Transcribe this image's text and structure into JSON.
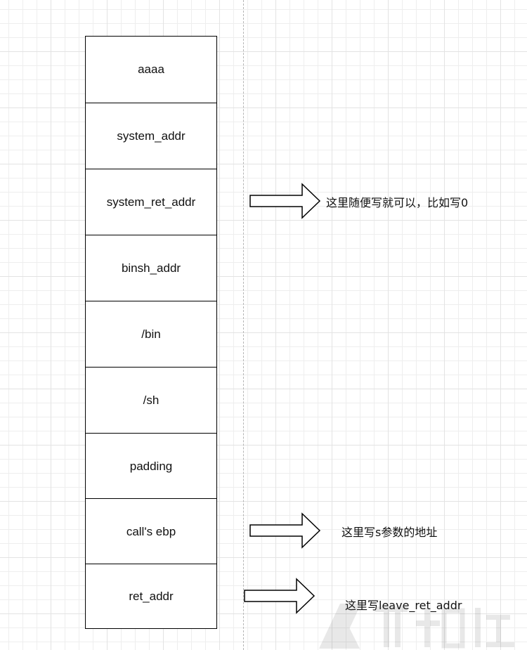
{
  "stack": {
    "cells": [
      {
        "label": "aaaa"
      },
      {
        "label": "system_addr"
      },
      {
        "label": "system_ret_addr"
      },
      {
        "label": "binsh_addr"
      },
      {
        "label": "/bin"
      },
      {
        "label": "/sh"
      },
      {
        "label": "padding"
      },
      {
        "label": "call's ebp"
      },
      {
        "label": "ret_addr"
      }
    ]
  },
  "annotations": {
    "system_ret_addr_note": "这里随便写就可以，比如写0",
    "calls_ebp_note": "这里写s参数的地址",
    "ret_addr_note": "这里写leave_ret_addr"
  },
  "icons": {
    "arrow": "right-block-arrow-icon",
    "watermark": "watermark-logo"
  },
  "colors": {
    "stroke": "#000000",
    "grid": "#e3e3e3",
    "background": "#ffffff"
  }
}
